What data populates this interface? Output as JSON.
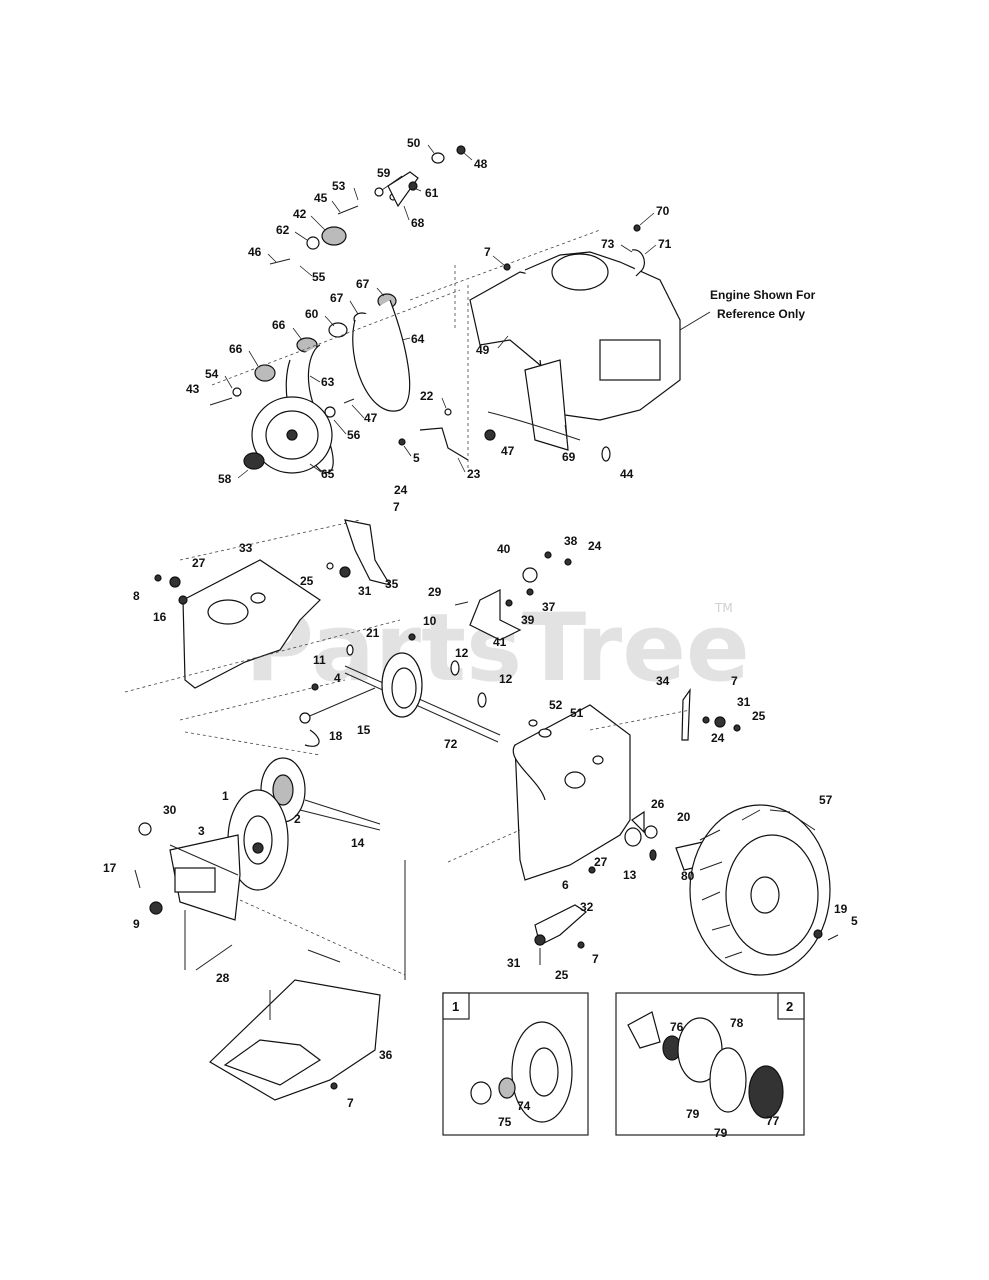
{
  "watermark": {
    "text": "PartsTree",
    "trademark": "TM"
  },
  "engine_note": {
    "line1": "Engine Shown For",
    "line2": "Reference Only"
  },
  "insets": [
    {
      "number": "1",
      "labels": [
        "74",
        "75"
      ]
    },
    {
      "number": "2",
      "labels": [
        "76",
        "78",
        "79",
        "79",
        "77"
      ]
    }
  ],
  "labels": [
    "50",
    "48",
    "59",
    "53",
    "61",
    "45",
    "42",
    "68",
    "62",
    "46",
    "55",
    "70",
    "73",
    "71",
    "7",
    "67",
    "67",
    "60",
    "66",
    "64",
    "66",
    "49",
    "54",
    "63",
    "43",
    "22",
    "47",
    "56",
    "5",
    "47",
    "23",
    "58",
    "65",
    "69",
    "44",
    "24",
    "7",
    "33",
    "27",
    "8",
    "16",
    "25",
    "31",
    "35",
    "38",
    "24",
    "40",
    "29",
    "37",
    "39",
    "41",
    "10",
    "21",
    "11",
    "12",
    "4",
    "15",
    "12",
    "18",
    "72",
    "34",
    "7",
    "31",
    "25",
    "24",
    "52",
    "51",
    "1",
    "2",
    "14",
    "30",
    "3",
    "26",
    "20",
    "57",
    "27",
    "13",
    "80",
    "6",
    "17",
    "9",
    "32",
    "19",
    "5",
    "31",
    "25",
    "7",
    "28",
    "36",
    "7"
  ]
}
